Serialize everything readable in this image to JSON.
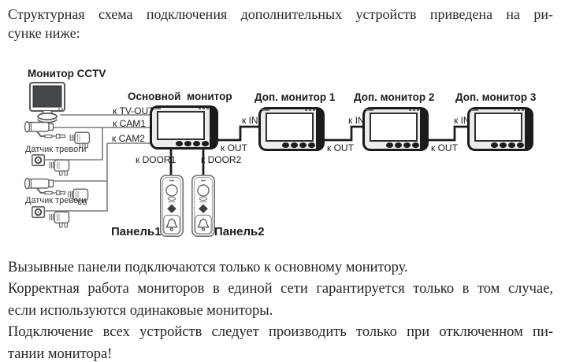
{
  "top": {
    "line1": "Структурная схема подключения дополнительных устройств приведена на ри-",
    "line2": "сунке ниже:"
  },
  "bottom": {
    "line1": "Вызывные панели подключаются только к основному монитору.",
    "line2": "Корректная работа мониторов в единой сети гарантируется только в том случае,",
    "line3": "если используются одинаковые мониторы.",
    "line4": "Подключение всех устройств следует производить только при отключенном пи-",
    "line5": "тании монитора!"
  },
  "diagram": {
    "labels": {
      "cctv": "Монитор CCTV",
      "main": "Основной монитор",
      "dop1": "Доп. монитор 1",
      "dop2": "Доп. монитор 2",
      "dop3": "Доп. монитор 3",
      "sensor1": "Датчик тревоги",
      "sensor2": "Датчик тревоги",
      "panel1": "Панель1",
      "panel2": "Панель2"
    },
    "ports": {
      "tv_out": "к TV-OUT",
      "cam1": "к CAM1",
      "cam2": "к CAM2",
      "door1": "к DOOR1",
      "door2": "к DOOR2",
      "out_main": "к OUT",
      "in_dop1": "к IN",
      "out_dop1": "к OUT",
      "in_dop2": "к IN",
      "out_dop2": "к OUT",
      "in_dop3": "к IN"
    },
    "colors": {
      "wire_thin": "#7c7c7c",
      "wire_thick": "#1c1c1c",
      "monitor_frame": "#1b1b1b",
      "text": "#1c1c1c"
    }
  }
}
